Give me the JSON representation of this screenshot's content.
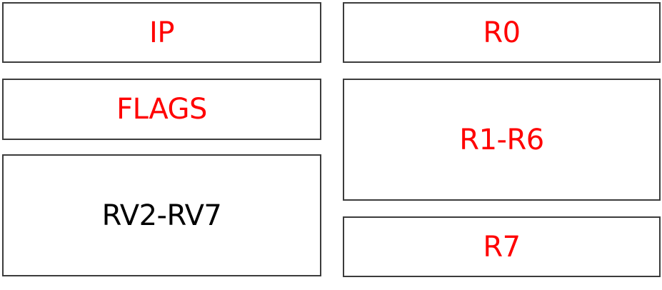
{
  "diagram": {
    "boxes": [
      {
        "id": "ip",
        "label": "IP",
        "color": "#ff0000"
      },
      {
        "id": "flags",
        "label": "FLAGS",
        "color": "#ff0000"
      },
      {
        "id": "rv",
        "label": "RV2-RV7",
        "color": "#000000"
      },
      {
        "id": "r0",
        "label": "R0",
        "color": "#ff0000"
      },
      {
        "id": "r1r6",
        "label": "R1-R6",
        "color": "#ff0000"
      },
      {
        "id": "r7",
        "label": "R7",
        "color": "#ff0000"
      }
    ]
  }
}
